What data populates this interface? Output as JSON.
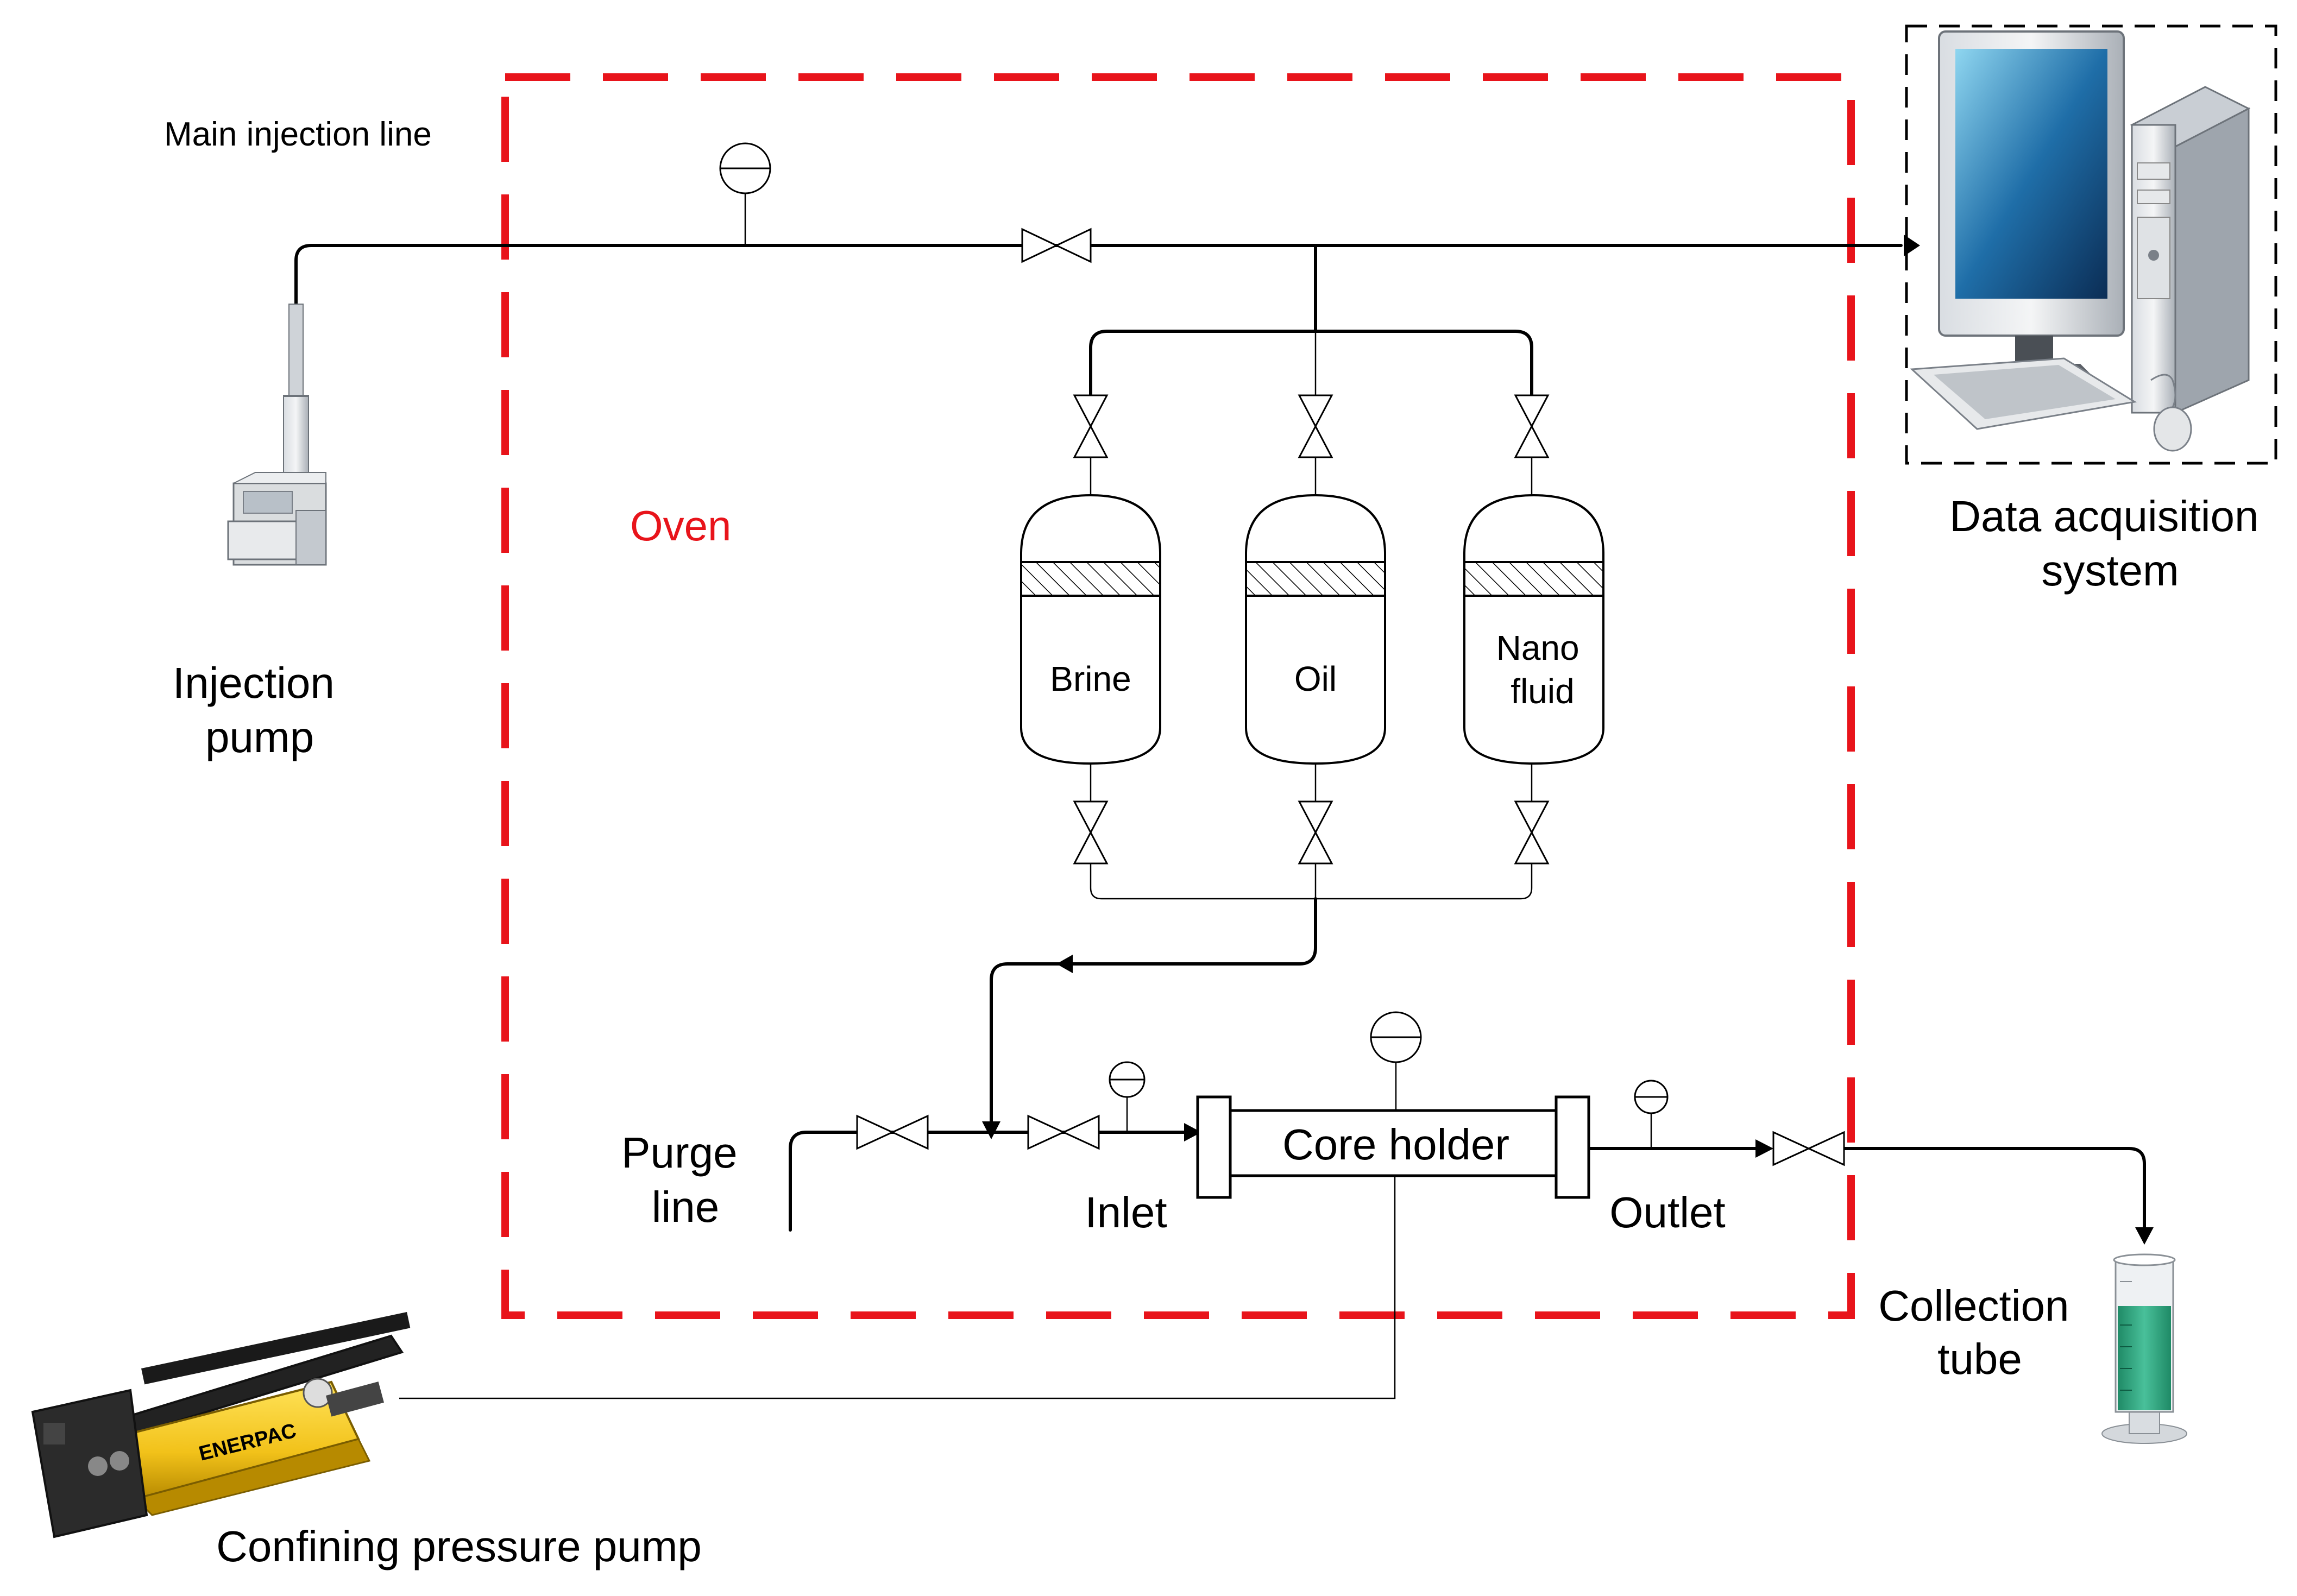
{
  "labels": {
    "main_injection_line": "Main injection line",
    "oven": "Oven",
    "injection_pump_line1": "Injection",
    "injection_pump_line2": "pump",
    "data_acquisition_line1": "Data acquisition",
    "data_acquisition_line2": "system",
    "brine": "Brine",
    "oil": "Oil",
    "nano_line1": "Nano",
    "nano_line2": "fluid",
    "purge_line1": "Purge",
    "purge_line2": "line",
    "inlet": "Inlet",
    "core_holder": "Core holder",
    "outlet": "Outlet",
    "collection_line1": "Collection",
    "collection_line2": "tube",
    "confining_pump": "Confining pressure pump",
    "enerpac_brand": "ENERPAC"
  },
  "colors": {
    "oven_border": "#e8141b",
    "oven_label": "#e8141b",
    "pipe": "#000000",
    "pump_body": "#f2c21a",
    "liquid": "#2fa47e"
  },
  "icons": [
    "injection-pump-icon",
    "computer-icon",
    "hand-pump-icon",
    "graduated-cylinder-icon",
    "valve-icon",
    "pressure-gauge-icon"
  ]
}
